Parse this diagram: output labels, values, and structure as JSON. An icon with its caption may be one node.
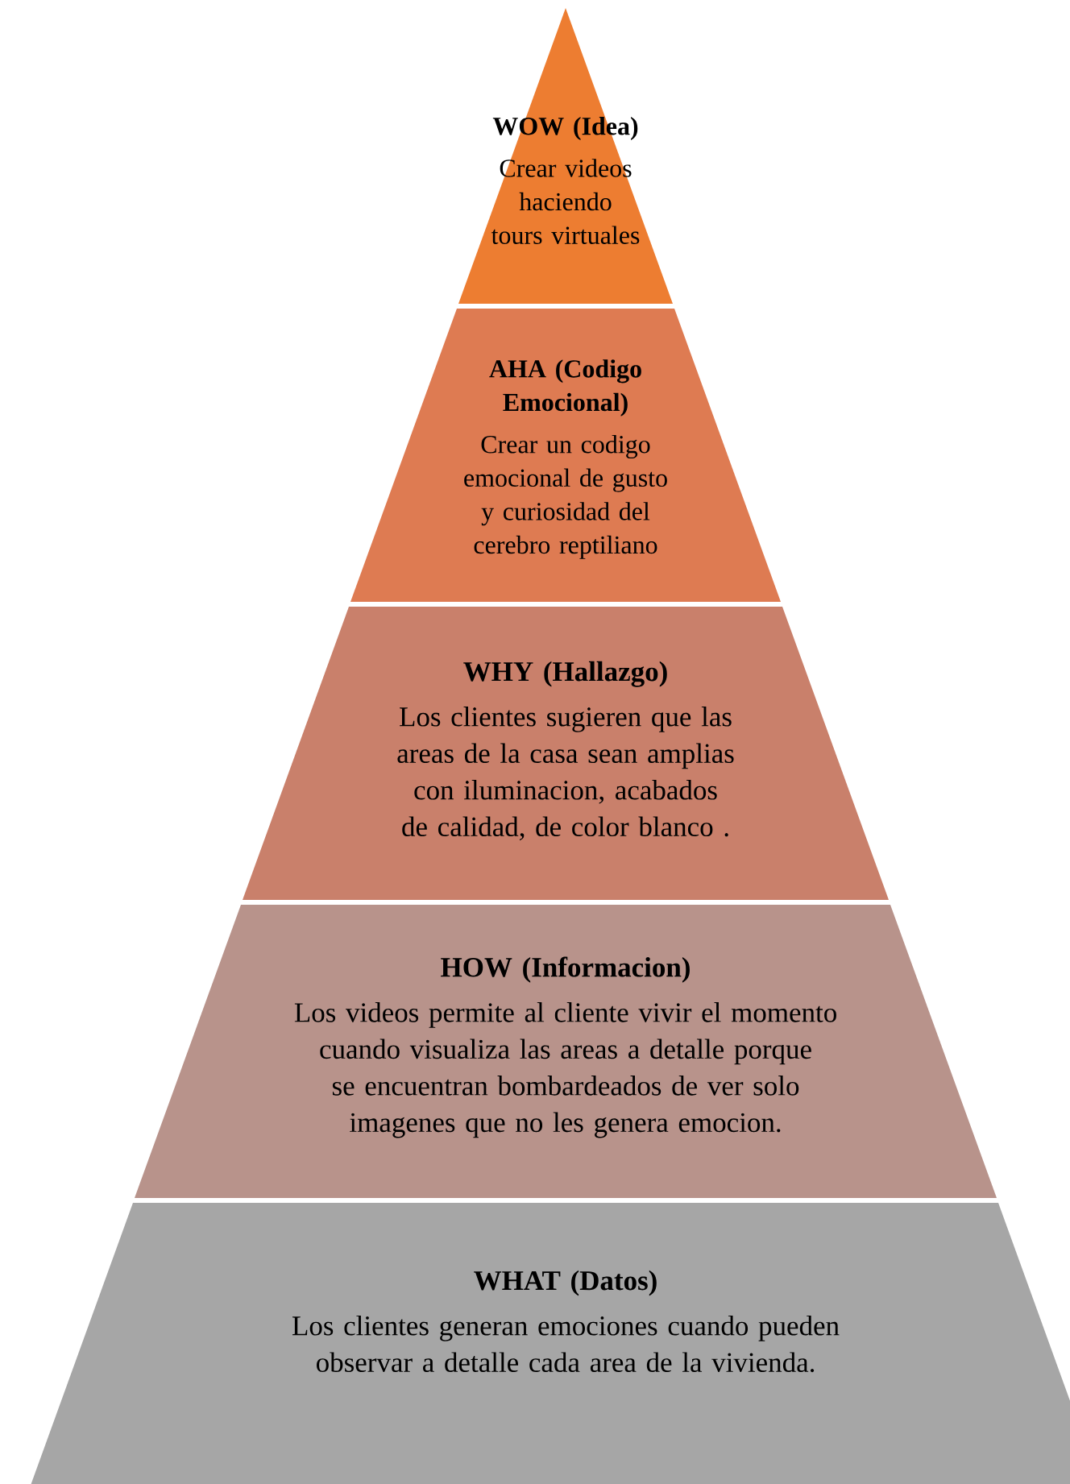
{
  "diagram": {
    "nodes": [
      {
        "text": [
          "WOW (Idea)",
          "Crear videos haciendo tours virtuales"
        ]
      },
      {
        "text": [
          "AHA (Codigo Emocional)",
          "Crear un codigo emocional de gusto y curiosidad del cerebro reptiliano"
        ]
      },
      {
        "text": [
          "WHY (Hallazgo)",
          "Los clientes sugieren que las areas de la casa sean amplias con iluminacion, acabados de calidad, de color blanco ."
        ]
      },
      {
        "text": [
          "HOW (Informacion)",
          "Los videos permite al cliente vivir el momento cuando visualiza las areas a detalle porque se encuentran bombardeados de ver solo imagenes que no les genera emocion."
        ]
      },
      {
        "text": [
          "WHAT (Datos)",
          "Los clientes generan emociones cuando pueden observar a detalle cada area de la vivienda."
        ]
      }
    ],
    "edges": []
  }
}
